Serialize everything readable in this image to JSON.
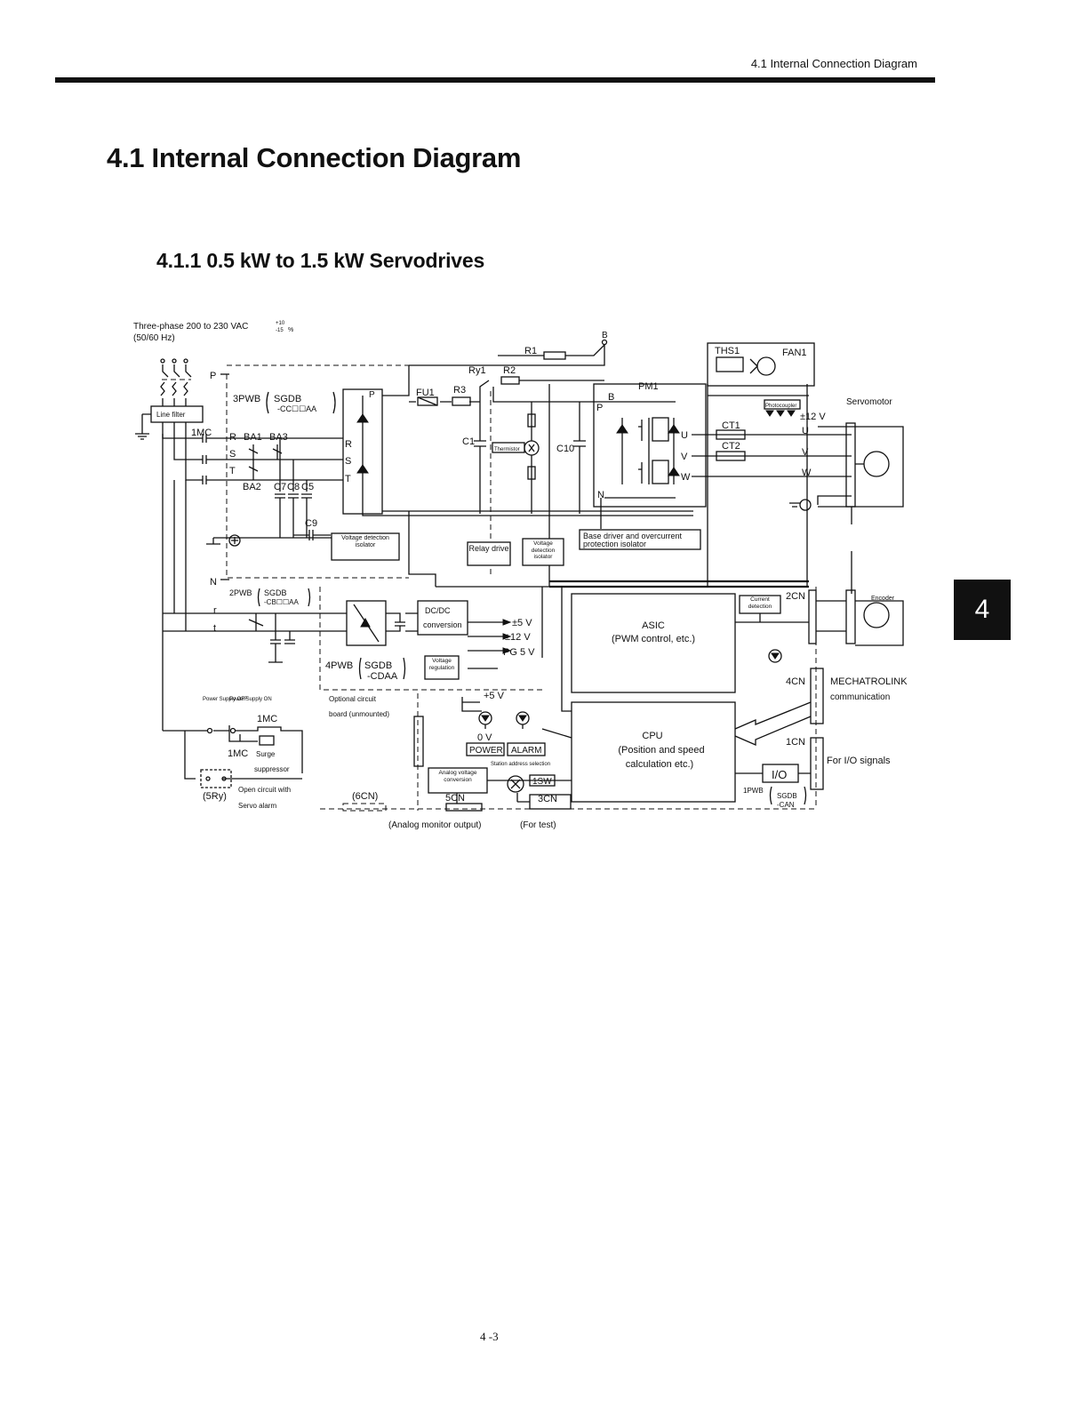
{
  "page": {
    "running_header": "4.1 Internal Connection Diagram",
    "section_title": "4.1  Internal Connection Diagram",
    "subsection_title": "4.1.1  0.5 kW to 1.5 kW Servodrives",
    "chapter_tab": "4",
    "page_number": "4 -3"
  },
  "diagram": {
    "supply_line1": "Three-phase 200 to 230 VAC",
    "supply_tol_upper": "+10",
    "supply_tol_lower": "-15",
    "supply_tol_unit": "%",
    "supply_line2": "(50/60 Hz)",
    "labels": {
      "line_filter": "Line filter",
      "mc1": "1MC",
      "P": "P",
      "N": "N",
      "r": "r",
      "t": "t",
      "R": "R",
      "S": "S",
      "T": "T",
      "ba1": "BA1",
      "ba3": "BA3",
      "ba2": "BA2",
      "c7": "C7",
      "c8": "C8",
      "c5": "C5",
      "c9": "C9",
      "pwb3_a": "3PWB",
      "pwb3_b": "SGDB",
      "pwb3_c": "-CC☐☐AA",
      "pwb2_a": "2PWB",
      "pwb2_b": "SGDB",
      "pwb2_c": "-CB☐☐AA",
      "pwb4_a": "4PWB",
      "pwb4_b": "SGDB",
      "pwb4_c": "-CDAA",
      "pwb1_a": "1PWB",
      "pwb1_b": "SGDB",
      "pwb1_c": "-CAN",
      "fu1": "FU1",
      "r1": "R1",
      "r2": "R2",
      "r3": "R3",
      "ry1": "Ry1",
      "c1": "C1",
      "c10": "C10",
      "pm1": "PM1",
      "B": "B",
      "thermistor": "Thermistor",
      "u": "U",
      "v": "V",
      "w": "W",
      "ths1": "THS1",
      "fan1": "FAN1",
      "ct1": "CT1",
      "ct2": "CT2",
      "photocoupler": "Photocoupler",
      "plus12v_top": "±12 V",
      "servomotor": "Servomotor",
      "voltage_detection_isolator_1": "Voltage detection isolator",
      "voltage_detection_isolator_2": "Voltage detection isolator",
      "relay_drive": "Relay drive",
      "base_driver_1": "Base driver and overcurrent",
      "base_driver_2": "protection isolator",
      "dcdc_1": "DC/DC",
      "dcdc_2": "conversion",
      "voltage_regulation": "Voltage regulation",
      "out_5v": "±5 V",
      "out_12v": "±12 V",
      "out_pg": "PG 5 V",
      "asic_1": "ASIC",
      "asic_2": "(PWM control, etc.)",
      "cpu_1": "CPU",
      "cpu_2": "(Position and speed",
      "cpu_3": "calculation etc.)",
      "current_detection": "Current detection",
      "cn2": "2CN",
      "cn4": "4CN",
      "cn1": "1CN",
      "cn5": "5CN",
      "cn3": "3CN",
      "cn6": "(6CN)",
      "encoder": "Encoder",
      "mechatrolink_1": "MECHATROLINK",
      "mechatrolink_2": "communication",
      "io_signals": "For I/O signals",
      "io_box": "I/O",
      "optional_1": "Optional circuit",
      "optional_2": "board (unmounted)",
      "plus5v": "+5 V",
      "zero_v": "0 V",
      "power": "POWER",
      "alarm": "ALARM",
      "station_address": "Station address selection",
      "analog_voltage_conv": "Analog voltage conversion",
      "sw1": "1SW",
      "analog_monitor": "(Analog monitor output)",
      "for_test": "(For test)",
      "power_supply_off": "Power Supply OFF",
      "power_supply_on": "Power Supply ON",
      "mc1_coil": "1MC",
      "mc1_surge": "1MC",
      "surge": "Surge",
      "suppressor": "suppressor",
      "ry5": "(5Ry)",
      "open_circuit_1": "Open circuit with",
      "open_circuit_2": "Servo alarm"
    }
  }
}
